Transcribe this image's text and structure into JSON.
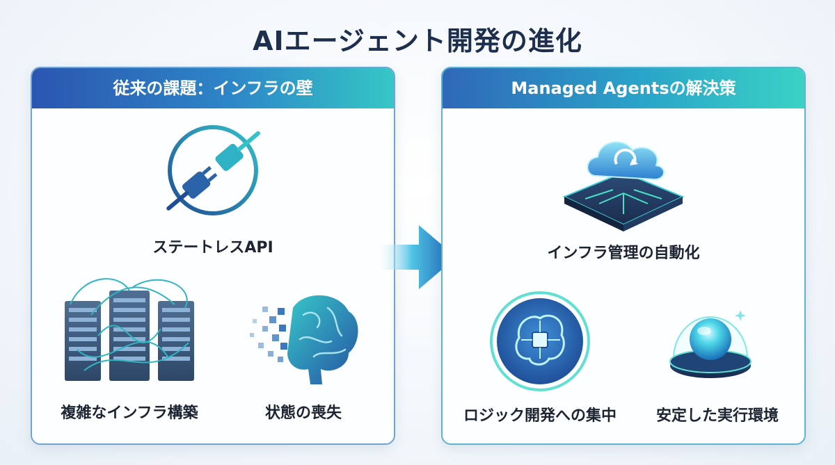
{
  "title": "AIエージェント開発の進化",
  "left_panel": {
    "header": "従来の課題：インフラの壁",
    "items": [
      {
        "label": "ステートレスAPI",
        "icon": "unplugged-icon"
      },
      {
        "label": "複雑なインフラ構築",
        "icon": "server-rack-icon"
      },
      {
        "label": "状態の喪失",
        "icon": "dissolving-brain-icon"
      }
    ]
  },
  "right_panel": {
    "header": "Managed Agentsの解決策",
    "items": [
      {
        "label": "インフラ管理の自動化",
        "icon": "cloud-chip-icon"
      },
      {
        "label": "ロジック開発への集中",
        "icon": "brain-chip-icon"
      },
      {
        "label": "安定した実行環境",
        "icon": "glowing-orb-icon"
      }
    ]
  },
  "colors": {
    "title": "#1e2f4d",
    "header_start": "#2b56b0",
    "header_end": "#35c7c6",
    "accent": "#2d86c7"
  }
}
